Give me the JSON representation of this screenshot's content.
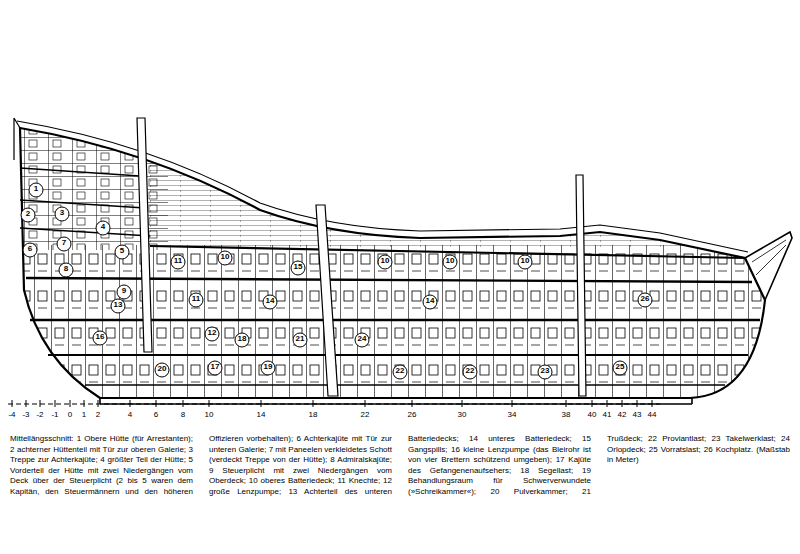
{
  "diagram": {
    "caption": "Mittellängsschnitt: 1 Obere Hütte (für Arrestanten); 2 achterner Hüttenteil mit Tür zur oberen Galerie; 3 Treppe zur Achterkajüte; 4 größter Teil der Hütte; 5 Vorderteil der Hütte mit zwei Niedergängen vom Deck über der Steuerplicht (2 bis 5 waren dem Kapitän, den Steuermännern und den höheren Offizieren vorbehalten); 6 Achterkajüte mit Tür zur unteren Galerie; 7 mit Paneelen verkleidetes Schott (verdeckt Treppe von der Hütte); 8 Admiralskajüte; 9 Steuerplicht mit zwei Niedergängen vom Oberdeck; 10 oberes Batteriedeck; 11 Knechte; 12 große Lenzpumpe; 13 Achterteil des unteren Batteriedecks; 14 unteres Batteriedeck; 15 Gangspills; 16 kleine Lenzpumpe (das Bleirohr ist von vier Brettern schützend umgeben); 17 Kajüte des Gefangenenaufsehers; 18 Segellast; 19 Behandlungsraum für Schwerverwundete (»Schreikammer«); 20 Pulverkammer; 21 Trußdeck; 22 Proviantlast; 23 Takelwerklast; 24 Orlopdeck; 25 Vorratslast; 26 Kochplatz. (Maßstab in Meter)",
    "labels": [
      "1",
      "2",
      "3",
      "4",
      "5",
      "6",
      "7",
      "8",
      "9",
      "10",
      "10",
      "10",
      "10",
      "11",
      "11",
      "12",
      "13",
      "14",
      "14",
      "15",
      "16",
      "17",
      "18",
      "19",
      "20",
      "21",
      "22",
      "22",
      "23",
      "24",
      "25",
      "26",
      "-4",
      "-3",
      "-2",
      "-1",
      "0",
      "1",
      "2",
      "4",
      "6",
      "8",
      "10",
      "14",
      "18",
      "22",
      "26",
      "30",
      "34",
      "38",
      "40",
      "41",
      "42",
      "43",
      "44"
    ]
  }
}
